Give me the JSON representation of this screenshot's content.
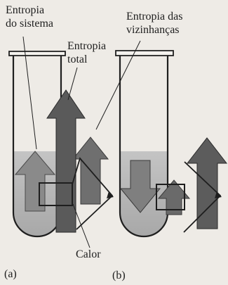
{
  "labels": {
    "system_entropy": [
      "Entropia",
      "do sistema"
    ],
    "surroundings_entropy": [
      "Entropia das",
      "vizinhanças"
    ],
    "total_entropy": [
      "Entropia",
      "total"
    ],
    "heat": "Calor",
    "panel_a": "(a)",
    "panel_b": "(b)"
  },
  "colors": {
    "paper": "#eeebe6",
    "ink": "#1e1e1e",
    "liquid": "#b3b3b3",
    "arrow_light": "#8c8c8c",
    "arrow_dark": "#555555"
  }
}
